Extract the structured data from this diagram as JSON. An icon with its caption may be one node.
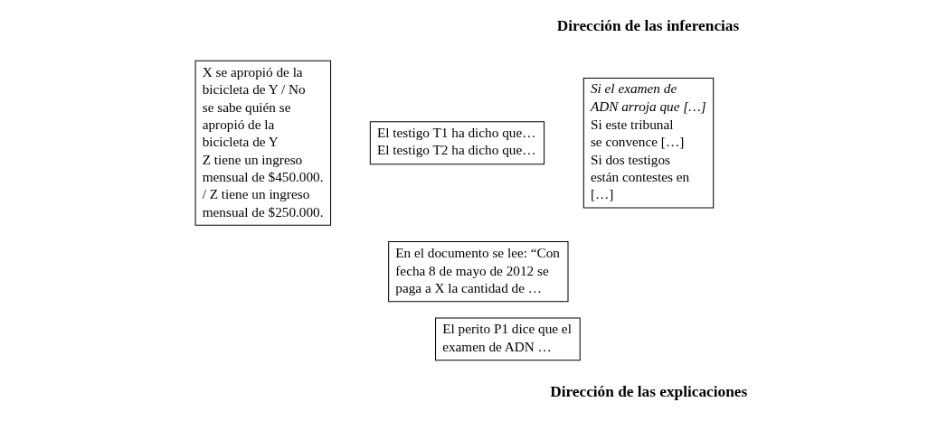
{
  "diagram": {
    "nodes": [
      {
        "text": [
          "X se apropió de la bicicleta de Y / No se sabe quién se apropió de la bicicleta de Y",
          "Z tiene un ingreso mensual de $450.000. / Z tiene un ingreso mensual de $250.000."
        ]
      },
      {
        "text": [
          "Si el examen de ADN arroja que […]",
          "Si este tribunal se convence […]",
          "Si dos testigos están contestes en […]"
        ]
      },
      {
        "text": [
          "El testigo T1 ha dicho que…",
          "El testigo T2 ha dicho que…"
        ]
      },
      {
        "text": [
          "En el documento se lee: “Con fecha 8 de mayo de 2012 se paga a X la cantidad de …"
        ]
      },
      {
        "text": [
          "El perito P1 dice que el examen de ADN …"
        ]
      }
    ],
    "labels": [
      "Dirección de las inferencias",
      "Dirección de las explicaciones"
    ]
  }
}
